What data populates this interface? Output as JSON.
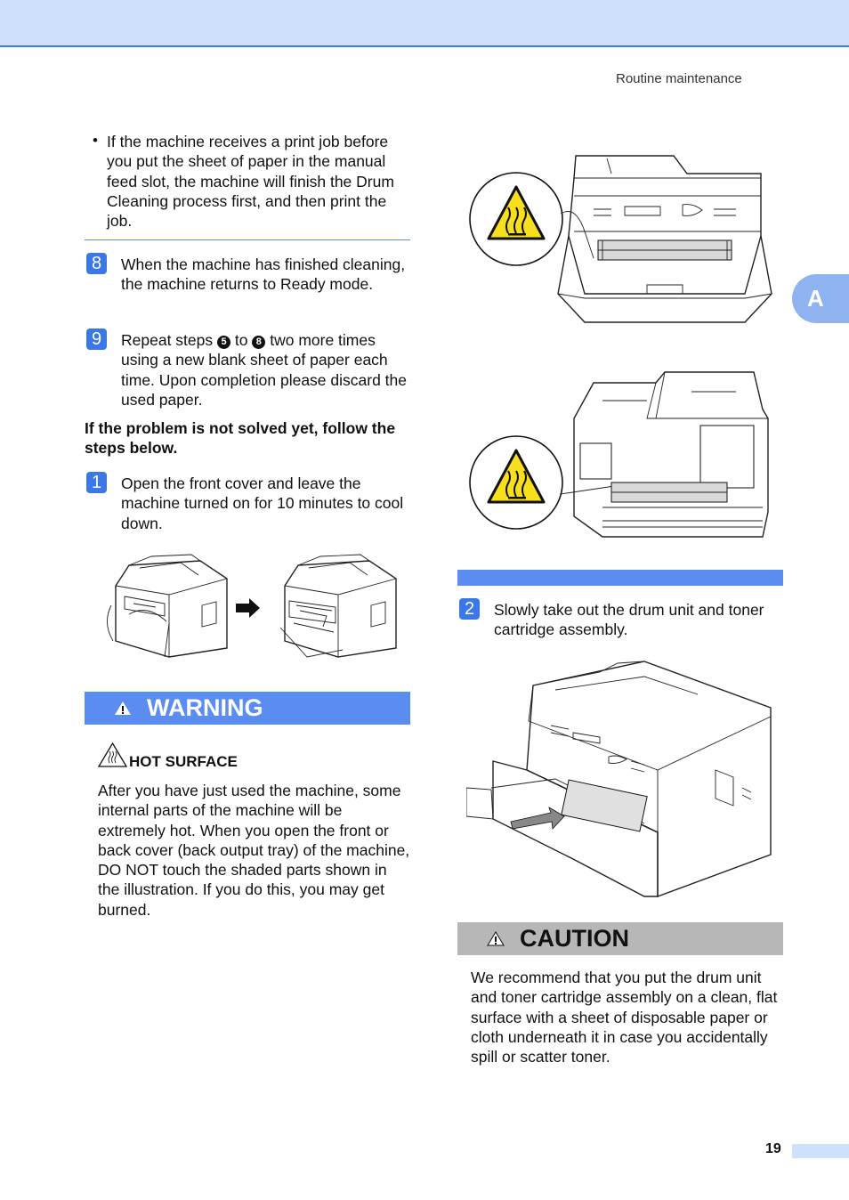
{
  "header": {
    "section_title": "Routine maintenance",
    "chapter_tab": "A"
  },
  "left": {
    "bullet": "If the machine receives a print job before you put the sheet of paper in the manual feed slot, the machine will finish the Drum Cleaning process first, and then print the job.",
    "step8": {
      "num": "8",
      "text": "When the machine has finished cleaning, the machine returns to Ready mode."
    },
    "step9": {
      "num": "9",
      "pre": "Repeat steps",
      "ref1": "5",
      "mid": "to",
      "ref2": "8",
      "post": "two more times using a new blank sheet of paper each time. Upon completion please discard the used paper."
    },
    "note": "If the problem is not solved yet, follow the steps below.",
    "step1": {
      "num": "1",
      "text": "Open the front cover and leave the machine turned on for 10 minutes to cool down."
    },
    "warning": {
      "label": "WARNING",
      "title": "HOT SURFACE",
      "text": "After you have just used the machine, some internal parts of the machine will be extremely hot. When you open the front or back cover (back output tray) of the machine, DO NOT touch the shaded parts shown in the illustration. If you do this, you may get burned."
    }
  },
  "right": {
    "step2": {
      "num": "2",
      "text": "Slowly take out the drum unit and toner cartridge assembly."
    },
    "caution": {
      "label": "CAUTION",
      "text": "We recommend that you put the drum unit and toner cartridge assembly on a clean, flat surface with a sheet of disposable paper or cloth underneath it in case you accidentally spill or scatter toner."
    }
  },
  "footer": {
    "page_number": "19"
  },
  "colors": {
    "accent": "#3b78e7",
    "warning_bar": "#5b8df0",
    "caution_bar": "#b7b7b7",
    "header_bar": "#cfe0fa"
  }
}
